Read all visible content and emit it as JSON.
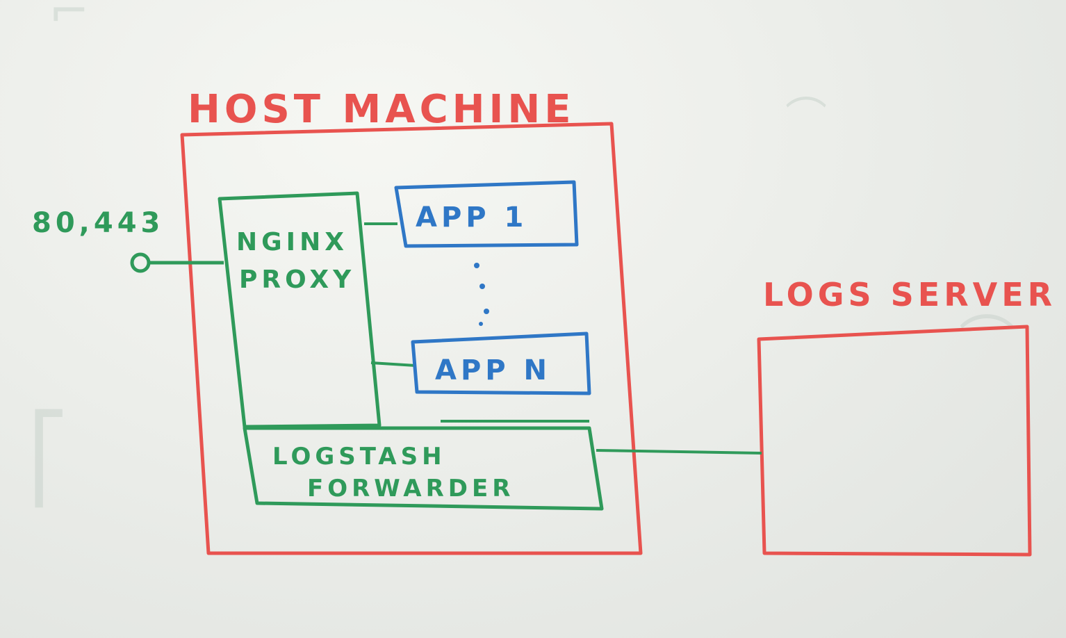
{
  "diagram": {
    "host": {
      "label": "HOST MACHINE"
    },
    "logs_server": {
      "label": "LOGS SERVER"
    },
    "port": {
      "label": "80,443"
    },
    "nginx": {
      "line1": "NGINX",
      "line2": "PROXY"
    },
    "apps": {
      "first": "APP 1",
      "last": "APP N"
    },
    "logstash": {
      "line1": "LOGSTASH",
      "line2": "FORWARDER"
    }
  },
  "colors": {
    "red_marker": "#e8534f",
    "green_marker": "#2f9a5a",
    "blue_marker": "#2f77c6",
    "board": "#eceeea",
    "ghost_ink": "#c9d3cc"
  }
}
